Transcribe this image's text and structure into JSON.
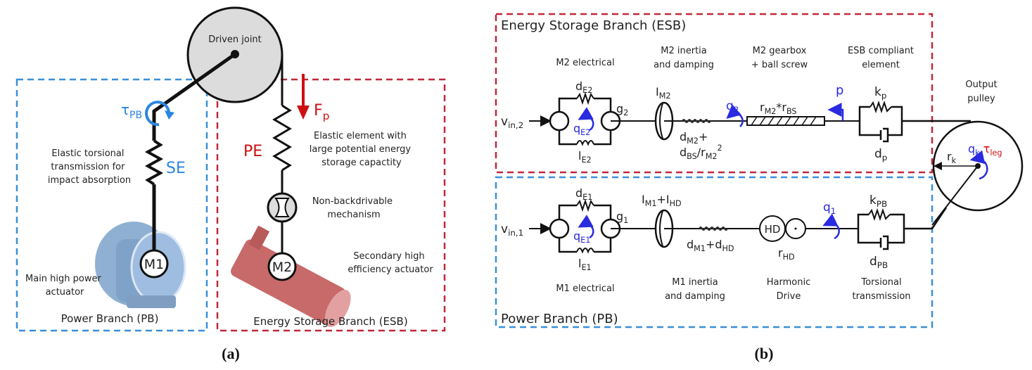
{
  "colors": {
    "pb_blue": "#3a8fd8",
    "esb_red": "#c0283a",
    "symbol_blue": "#2a2ae0",
    "torque_blue": "#2b86e0",
    "force_red": "#cc1111",
    "joint_fill": "#d6d6d6",
    "m1_body": "#8fb0d2",
    "m2_body": "#c86a6a"
  },
  "panel_a": {
    "caption": "(a)",
    "driven_joint_label": "Driven joint",
    "torque_symbol": "τ",
    "torque_sub": "PB",
    "se_label": "SE",
    "se_desc": [
      "Elastic torsional",
      "transmission for",
      "impact absorption"
    ],
    "m1_label": "M1",
    "m1_desc": [
      "Main high power",
      "actuator"
    ],
    "pb_box_label": "Power Branch (PB)",
    "force_symbol": "F",
    "force_sub": "p",
    "pe_label": "PE",
    "pe_desc": [
      "Elastic element with",
      "large potential energy",
      "storage capactity"
    ],
    "nbd_desc": [
      "Non-backdrivable",
      "mechanism"
    ],
    "m2_label": "M2",
    "m2_desc": [
      "Secondary high",
      "efficiency actuator"
    ],
    "esb_box_label": "Energy Storage Branch (ESB)"
  },
  "panel_b": {
    "caption": "(b)",
    "esb_title": "Energy Storage Branch (ESB)",
    "pb_title": "Power Branch (PB)",
    "esb": {
      "electrical_title": "M2 electrical",
      "inertia_title": [
        "M2 inertia",
        "and damping"
      ],
      "gearbox_title": [
        "M2 gearbox",
        "+ ball screw"
      ],
      "compliant_title": [
        "ESB compliant",
        "element"
      ],
      "vin": {
        "base": "v",
        "sub": "in,2"
      },
      "dE": {
        "base": "d",
        "sub": "E2"
      },
      "lE": {
        "base": "l",
        "sub": "E2"
      },
      "qE": {
        "base": "q",
        "sub": "E2"
      },
      "g": {
        "base": "g",
        "sub": "2"
      },
      "IM": {
        "base": "I",
        "sub": "M2"
      },
      "q": {
        "base": "q",
        "sub": "2"
      },
      "damp1": {
        "base": "d",
        "sub": "M2",
        "tail": "+"
      },
      "damp2": {
        "base": "d",
        "sub": "BS",
        "mid": "/r",
        "sub2": "M2",
        "sup": "2"
      },
      "ratio": {
        "a": "r",
        "asub": "M2",
        "star": "*",
        "b": "r",
        "bsub": "BS"
      },
      "p": "p",
      "k": {
        "base": "k",
        "sub": "p"
      },
      "d": {
        "base": "d",
        "sub": "p"
      }
    },
    "pb": {
      "electrical_title": "M1 electrical",
      "inertia_title": [
        "M1 inertia",
        "and damping"
      ],
      "hd_title": [
        "Harmonic",
        "Drive"
      ],
      "torsional_title": [
        "Torsional",
        "transmission"
      ],
      "vin": {
        "base": "v",
        "sub": "in,1"
      },
      "dE": {
        "base": "d",
        "sub": "E1"
      },
      "lE": {
        "base": "l",
        "sub": "E1"
      },
      "qE": {
        "base": "q",
        "sub": "E1"
      },
      "g": {
        "base": "g",
        "sub": "1"
      },
      "IM": {
        "a": "I",
        "asub": "M1",
        "plus": "+",
        "b": "I",
        "bsub": "HD"
      },
      "damp": {
        "a": "d",
        "asub": "M1",
        "plus": "+",
        "b": "d",
        "bsub": "HD"
      },
      "hd_label": "HD",
      "rHD": {
        "base": "r",
        "sub": "HD"
      },
      "q": {
        "base": "q",
        "sub": "1"
      },
      "k": {
        "base": "k",
        "sub": "PB"
      },
      "d": {
        "base": "d",
        "sub": "PB"
      }
    },
    "pulley": {
      "title": [
        "Output",
        "pulley"
      ],
      "qk": {
        "base": "q",
        "sub": "k",
        "sep": ","
      },
      "tau": {
        "base": "τ",
        "sub": "leg"
      },
      "rk": {
        "base": "r",
        "sub": "k"
      }
    }
  }
}
